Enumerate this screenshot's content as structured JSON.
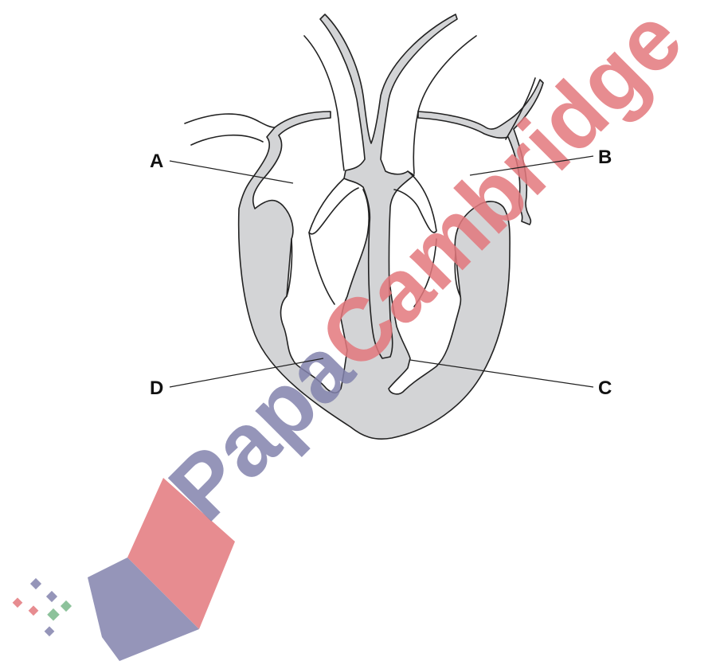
{
  "labels": {
    "a": "A",
    "b": "B",
    "c": "C",
    "d": "D"
  },
  "watermark": {
    "part1": "Papa",
    "part2": "Cambridge",
    "part1_color": "#8383ad",
    "part2_color": "#e3787d",
    "opacity": 0.85
  },
  "colors": {
    "heart_fill": "#d3d4d6",
    "line": "#222222"
  }
}
